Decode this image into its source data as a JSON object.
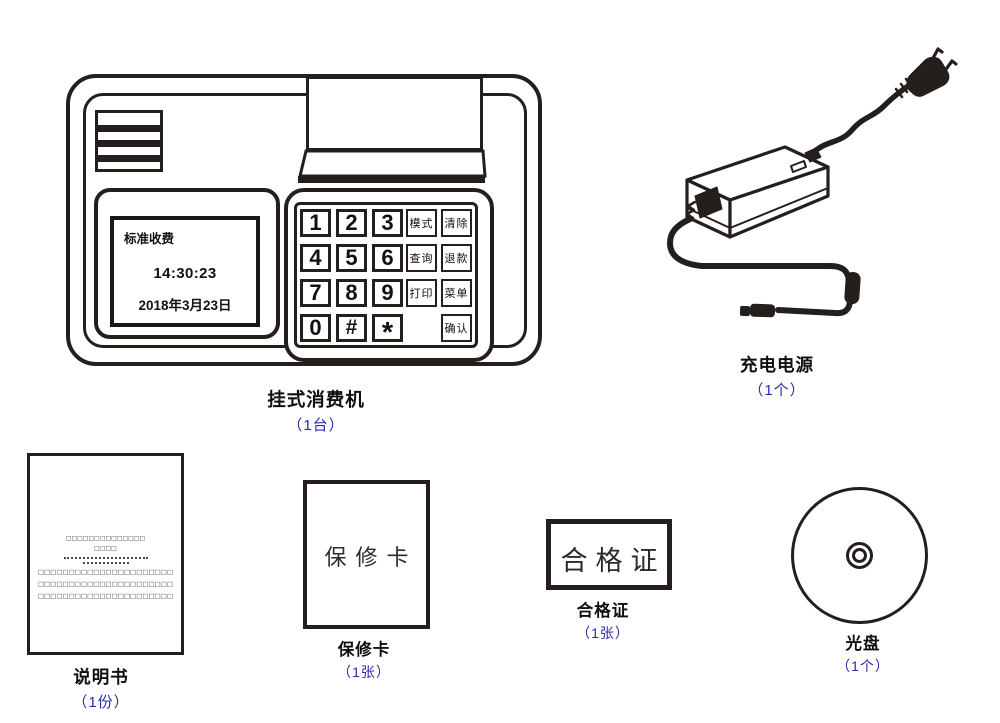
{
  "palette": {
    "line_ink": "#241f1c",
    "count_blue": "#2b2ba8"
  },
  "machine": {
    "caption": "挂式消费机",
    "count": "（1台）",
    "screen": {
      "tariff_mode": "标准收费",
      "time": "14:30:23",
      "date": "2018年3月23日"
    },
    "keypad": {
      "digits": [
        "1",
        "2",
        "3",
        "4",
        "5",
        "6",
        "7",
        "8",
        "9",
        "0",
        "#",
        "*"
      ],
      "functions": [
        "模式",
        "清除",
        "查询",
        "退款",
        "打印",
        "菜单",
        "确认"
      ]
    }
  },
  "adapter": {
    "caption": "充电电源",
    "count": "（1个）"
  },
  "manual": {
    "caption": "说明书",
    "count": "（1份）",
    "cover_lines": [
      "□□□□□□□□□□□□□□",
      "□□□□",
      "□□□□□□□□□□□□□□□□□□□□□□",
      "□□□□□□□□□□□□□□□□□□□□□□",
      "□□□□□□□□□□□□□□□□□□□□□□"
    ]
  },
  "warranty_card": {
    "title": "保修卡",
    "caption": "保修卡",
    "count": "（1张）"
  },
  "certificate": {
    "title": "合格证",
    "caption": "合格证",
    "count": "（1张）"
  },
  "disc": {
    "caption": "光盘",
    "count": "（1个）"
  }
}
